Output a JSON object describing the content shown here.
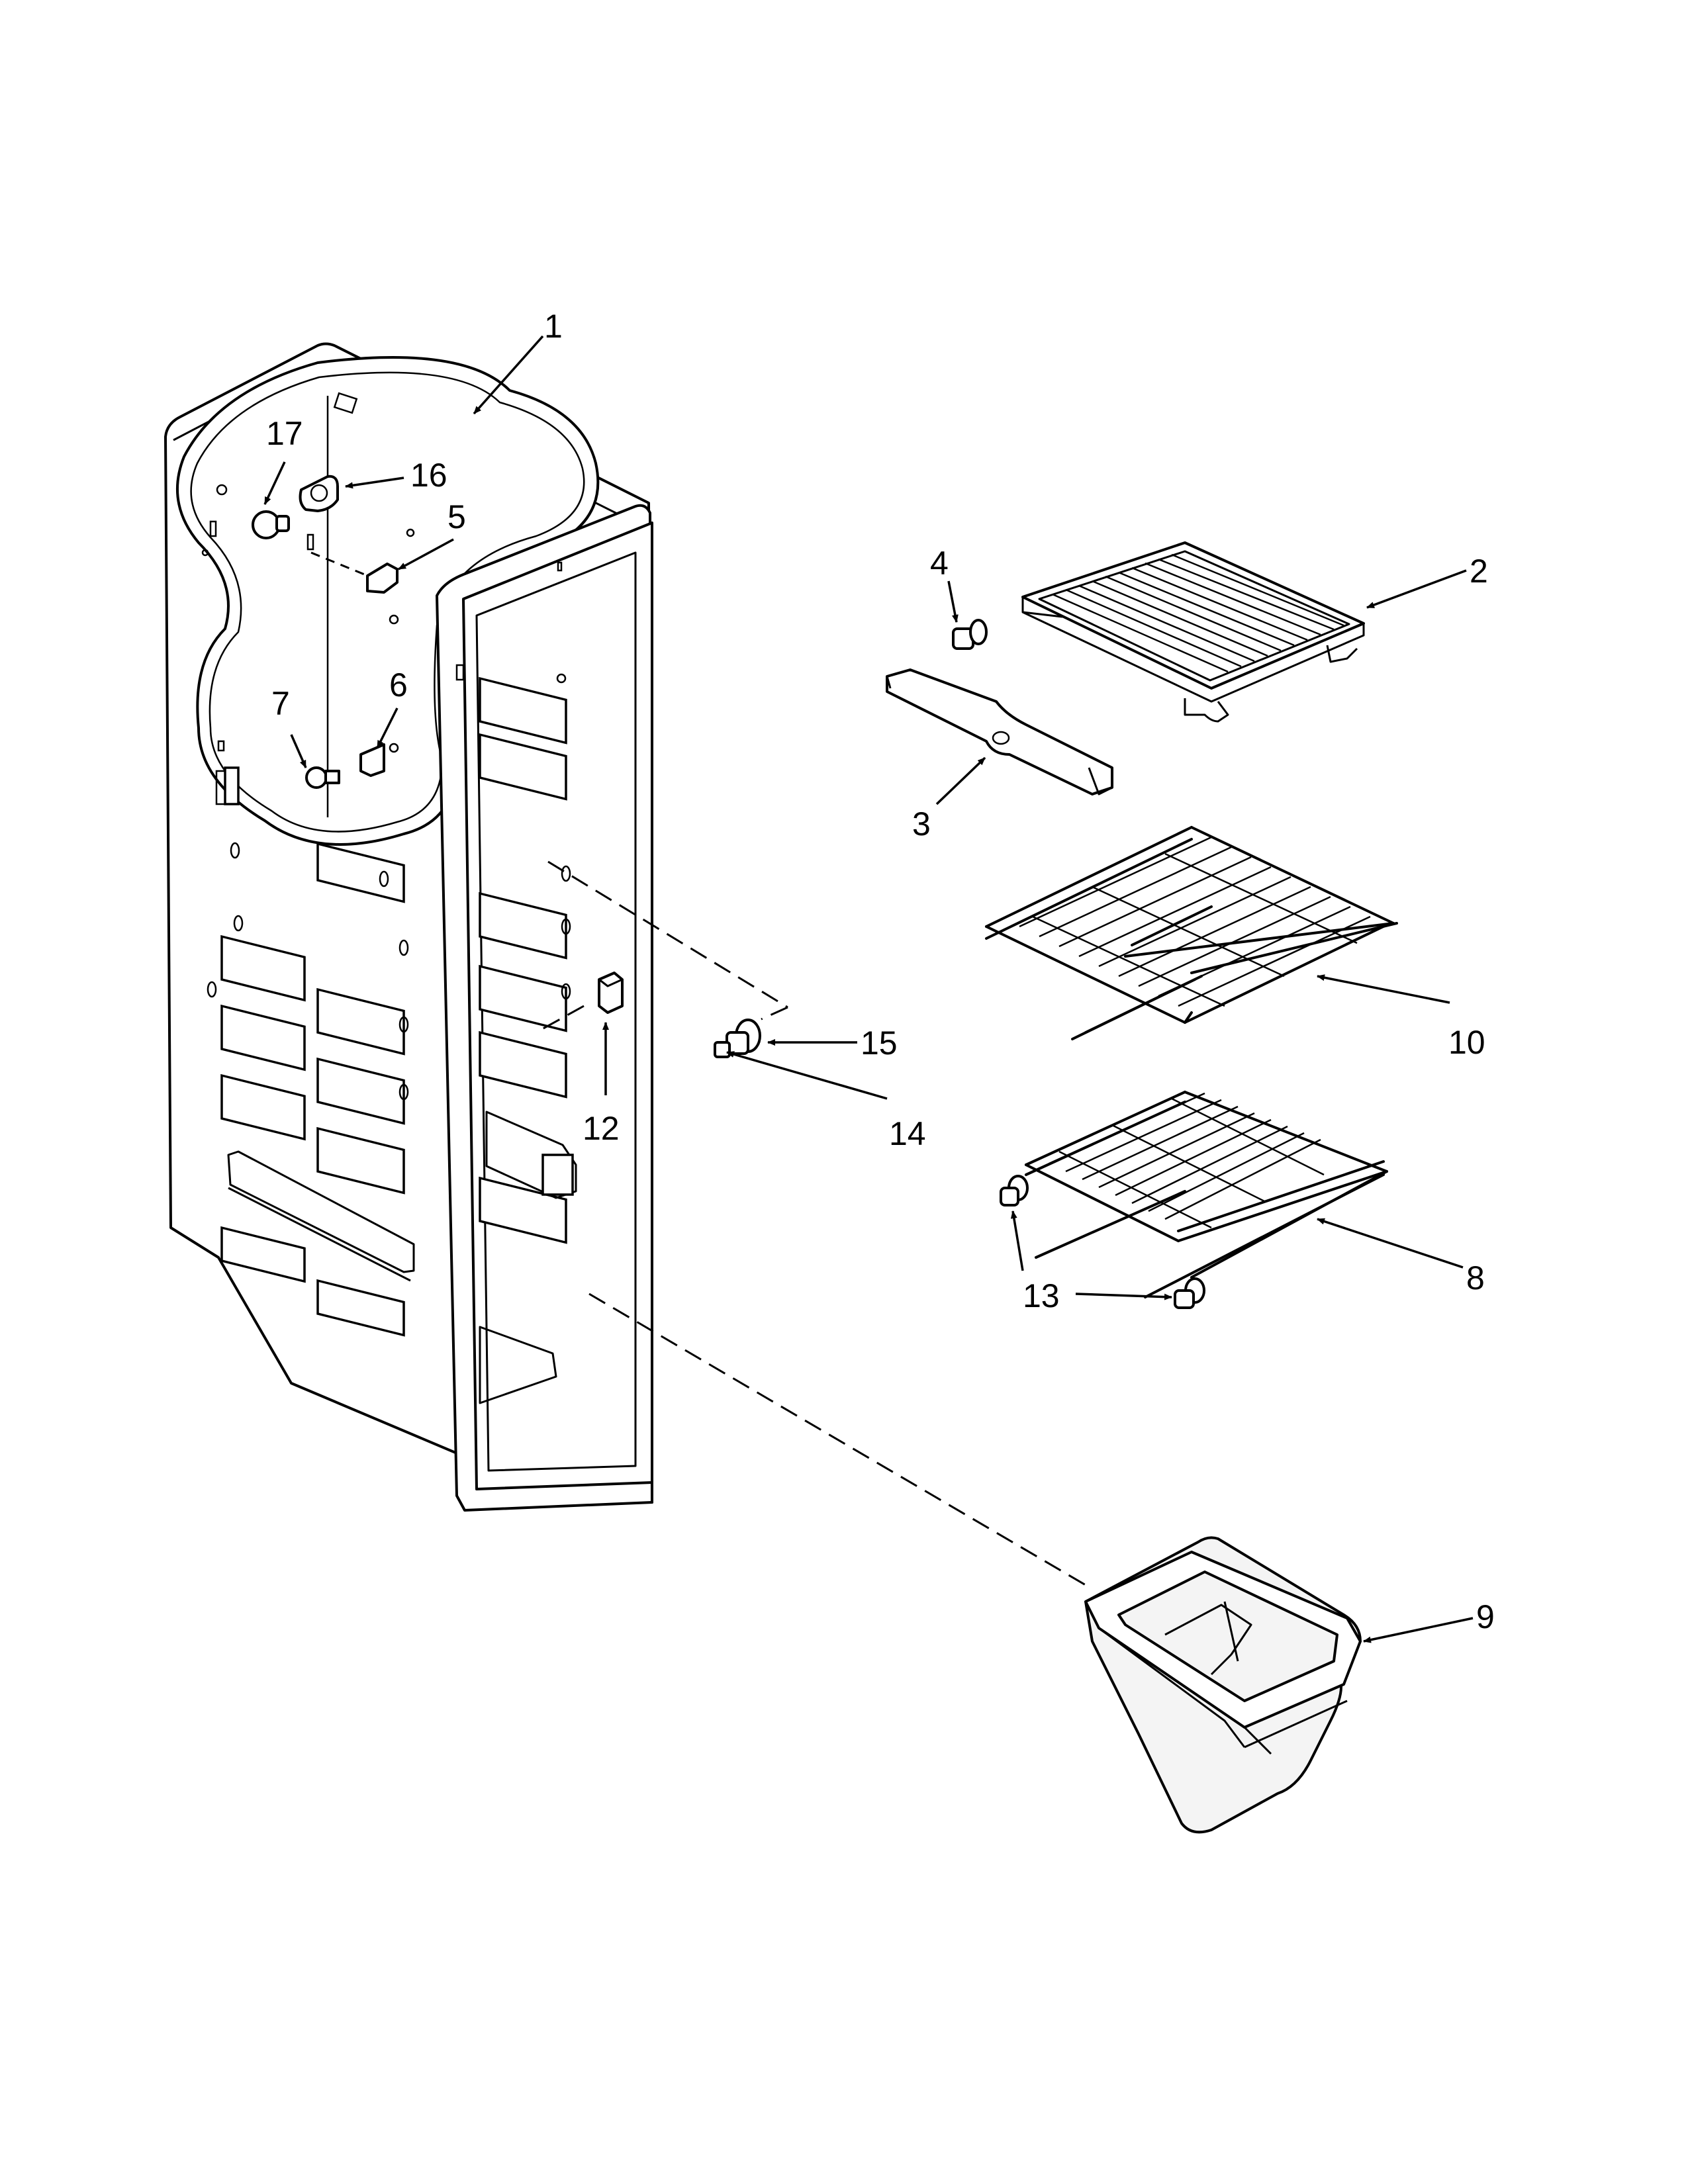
{
  "callouts": {
    "c1": "1",
    "c2": "2",
    "c3": "3",
    "c4": "4",
    "c5": "5",
    "c6": "6",
    "c7": "7",
    "c8": "8",
    "c9": "9",
    "c10": "10",
    "c12": "12",
    "c13": "13",
    "c14": "14",
    "c15": "15",
    "c16": "16",
    "c17": "17"
  }
}
